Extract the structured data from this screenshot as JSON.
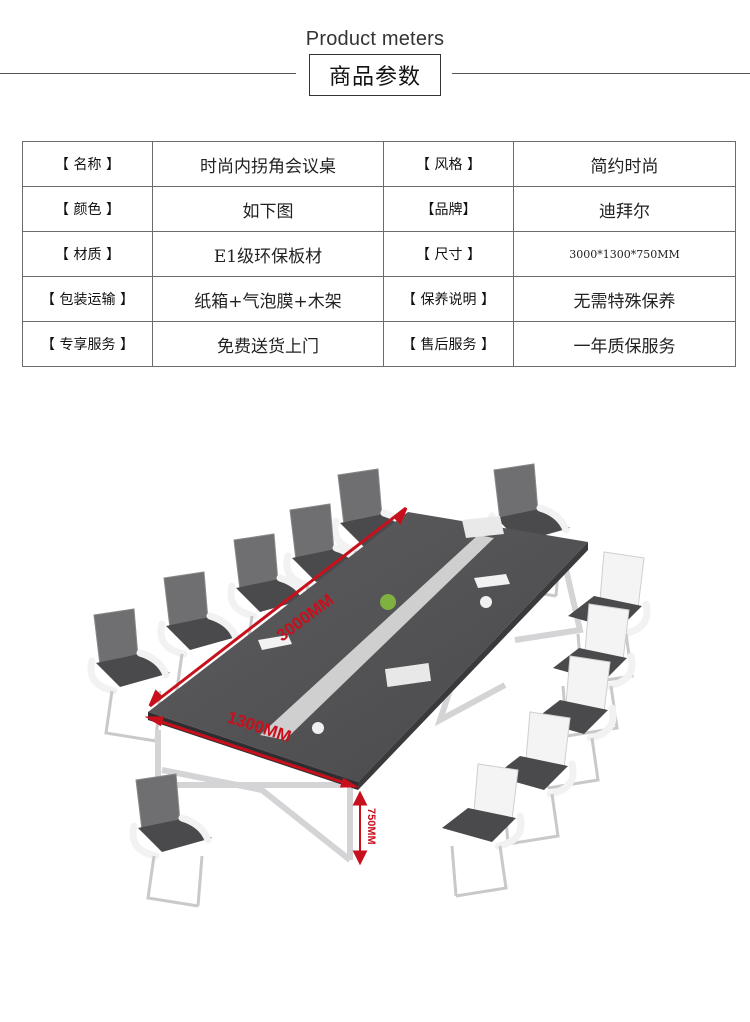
{
  "header": {
    "en_title": "Product meters",
    "cn_title": "商品参数"
  },
  "specs": [
    {
      "k1": "【 名称 】",
      "v1": "时尚内拐角会议桌",
      "k2": "【 风格 】",
      "v2": "简约时尚"
    },
    {
      "k1": "【 颜色 】",
      "v1": "如下图",
      "k2": "【品牌】",
      "v2": "迪拜尔"
    },
    {
      "k1": "【 材质 】",
      "v1": "E1级环保板材",
      "k2": "【 尺寸 】",
      "v2": "3000*1300*750MM"
    },
    {
      "k1": "【 包装运输 】",
      "v1": "纸箱+气泡膜+木架",
      "k2": "【 保养说明 】",
      "v2": "无需特殊保养"
    },
    {
      "k1": "【 专享服务 】",
      "v1": "免费送货上门",
      "k2": "【 售后服务 】",
      "v2": "一年质保服务"
    }
  ],
  "product_image": {
    "dim_length": "3000MM",
    "dim_width": "1300MM",
    "dim_height": "750MM",
    "accent_color": "#c8101c"
  }
}
